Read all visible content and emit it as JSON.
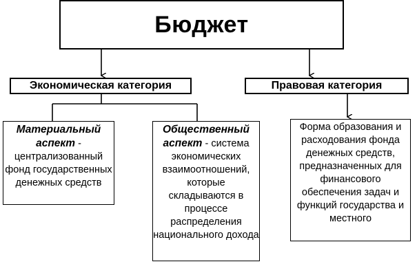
{
  "title": "Бюджет",
  "categories": {
    "economic": "Экономическая категория",
    "legal": "Правовая категория"
  },
  "aspects": {
    "material": {
      "term": "Материальный аспект",
      "rest": " - централизованный фонд государственных денежных средств"
    },
    "social": {
      "term": "Общественный аспект",
      "rest": " - система экономических взаимоотношений, которые складываются в процессе распределения национального дохода"
    },
    "legal_form": {
      "text": "Форма образования и расходования фонда денежных средств, предназначенных для финансового обеспечения задач и функций государства и местного"
    }
  }
}
